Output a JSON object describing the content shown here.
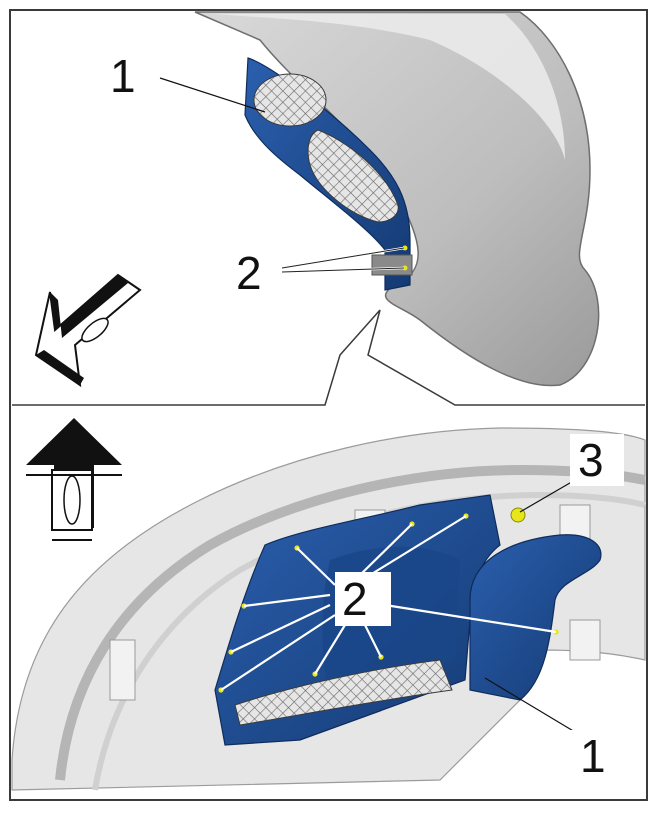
{
  "top_panel": {
    "callouts": [
      "1",
      "2"
    ]
  },
  "bottom_panel": {
    "callouts": [
      "2",
      "3",
      "1"
    ]
  },
  "colors": {
    "frame": "#3a3a3a",
    "bumper_light": "#e9e9e9",
    "bumper_shadow": "#b9b9b9",
    "liner_blue": "#1f4f9a",
    "liner_dark": "#143a73",
    "mesh": "#d5d5d5",
    "fastener": "#e6e61a",
    "leader": "#ffffff"
  },
  "icons": [
    "direction-arrow-icon",
    "forward-arrow-icon"
  ]
}
